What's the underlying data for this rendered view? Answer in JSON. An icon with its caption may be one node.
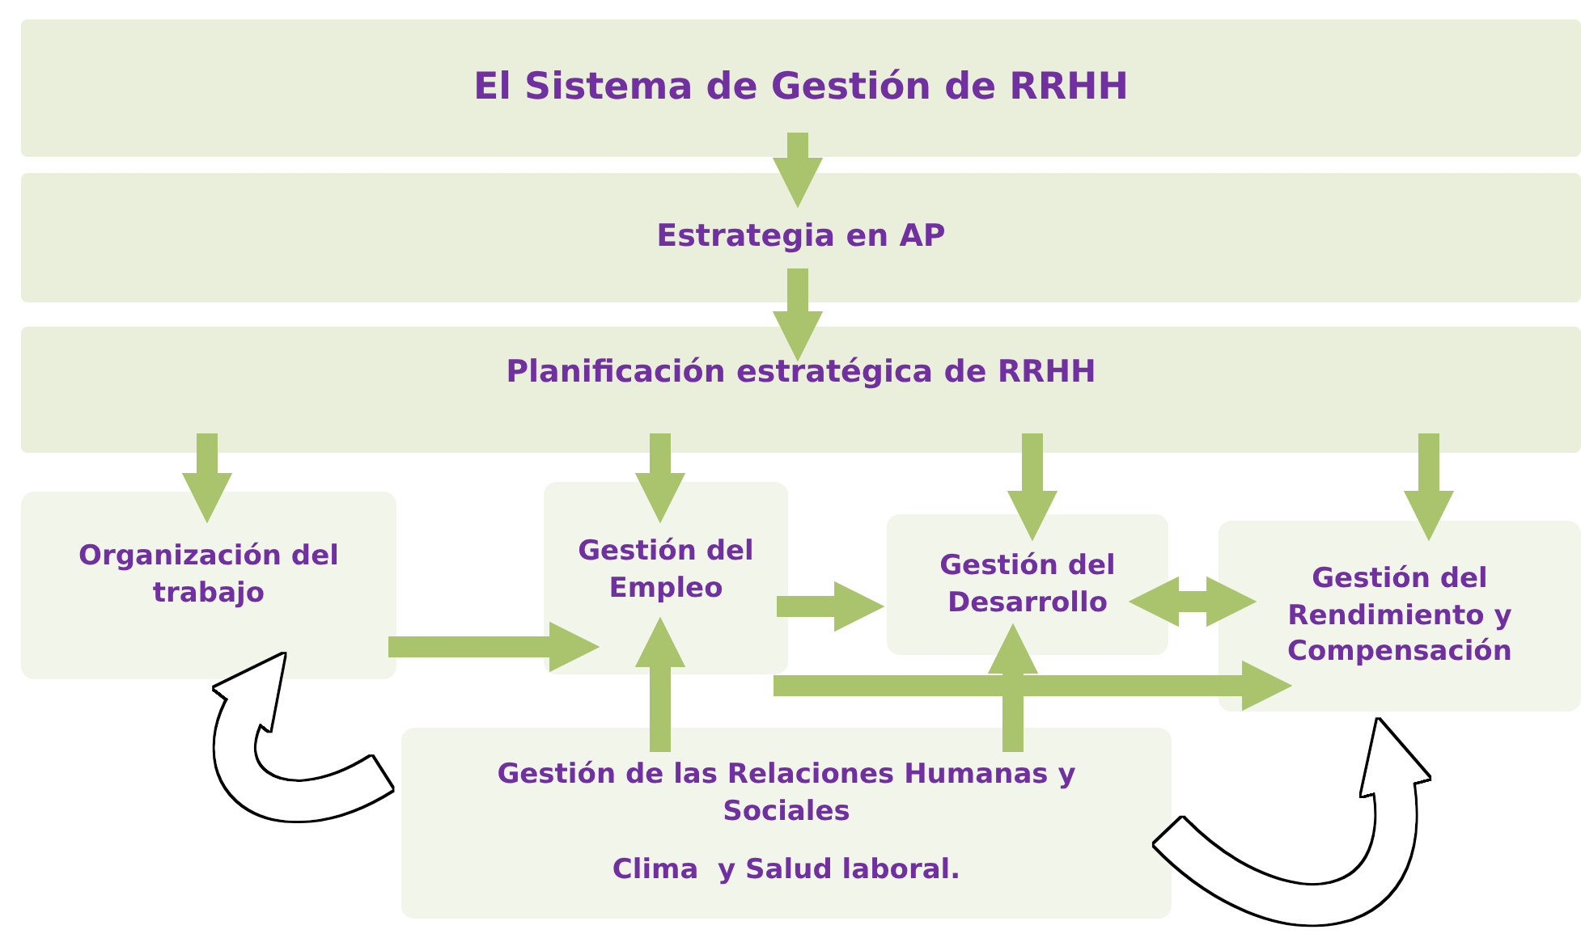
{
  "diagram": {
    "nodes": [
      {
        "text": [
          "El Sistema de Gestión de RRHH"
        ]
      },
      {
        "text": [
          "Estrategia en AP"
        ]
      },
      {
        "text": [
          "Planificación estratégica de RRHH"
        ]
      },
      {
        "text": [
          "Organización del trabajo"
        ]
      },
      {
        "text": [
          "Gestión del Empleo"
        ]
      },
      {
        "text": [
          "Gestión del Desarrollo"
        ]
      },
      {
        "text": [
          "Gestión del Rendimiento y Compensación"
        ]
      },
      {
        "text": [
          "Gestión de las Relaciones Humanas y Sociales",
          "Clima  y Salud laboral."
        ]
      }
    ],
    "edges": [
      {
        "from": 0,
        "to": 1,
        "arrow": "to"
      },
      {
        "from": 1,
        "to": 2,
        "arrow": "to"
      },
      {
        "from": 2,
        "to": 3,
        "arrow": "to"
      },
      {
        "from": 2,
        "to": 4,
        "arrow": "to"
      },
      {
        "from": 2,
        "to": 5,
        "arrow": "to"
      },
      {
        "from": 2,
        "to": 6,
        "arrow": "to"
      },
      {
        "from": 3,
        "to": 4,
        "arrow": "to"
      },
      {
        "from": 4,
        "to": 5,
        "arrow": "to"
      },
      {
        "from": 5,
        "to": 6,
        "arrow": "both"
      },
      {
        "from": 4,
        "to": 6,
        "arrow": "to"
      },
      {
        "from": 7,
        "to": 4,
        "arrow": "to"
      },
      {
        "from": 7,
        "to": 5,
        "arrow": "to"
      },
      {
        "from": 7,
        "to": 3,
        "arrow": "to",
        "style": "thick",
        "color": "#ffffff"
      },
      {
        "from": 7,
        "to": 6,
        "arrow": "to",
        "style": "thick",
        "color": "#ffffff"
      }
    ]
  }
}
